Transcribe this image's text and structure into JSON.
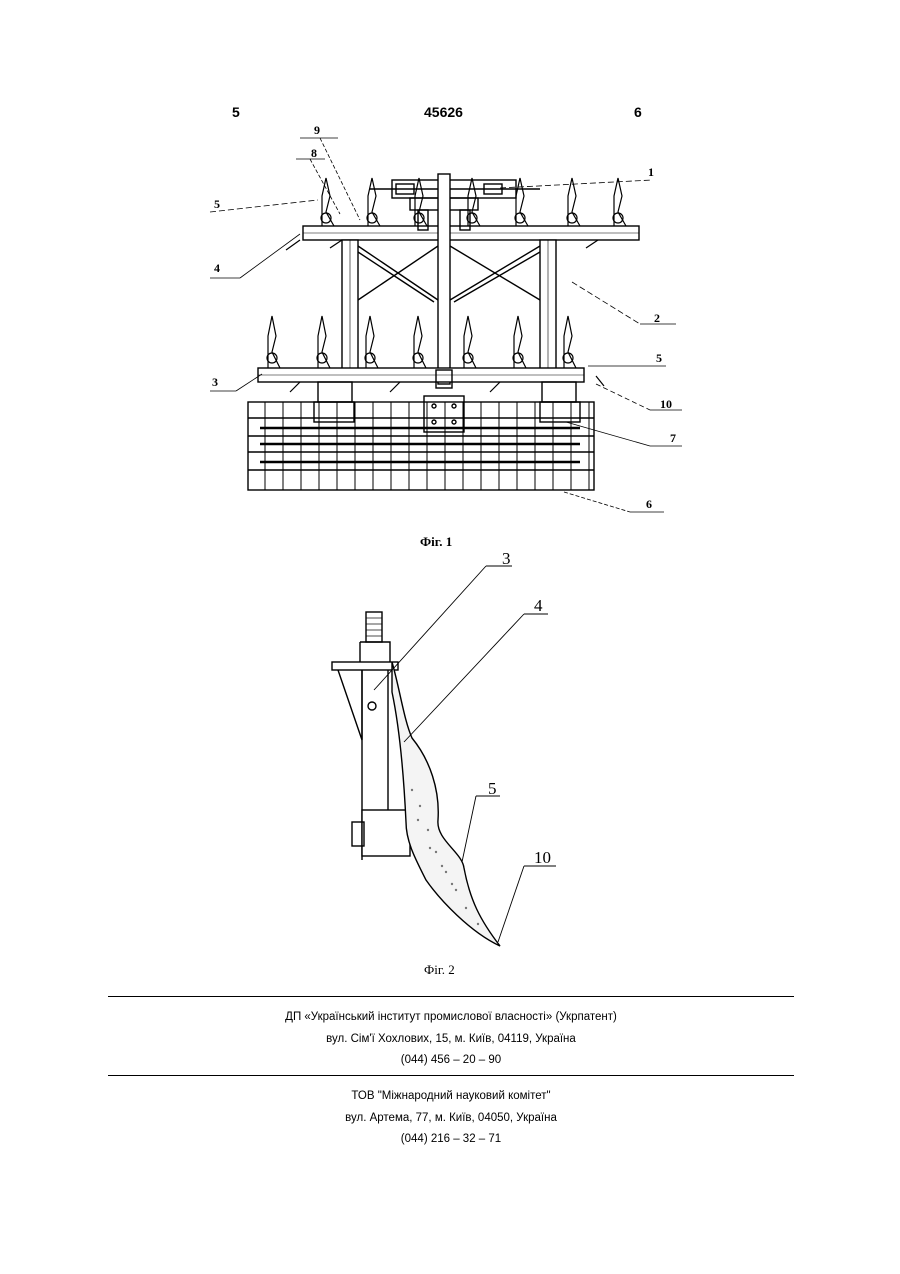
{
  "header": {
    "col_left": "5",
    "patent_number": "45626",
    "col_right": "6"
  },
  "fig1": {
    "caption": "Фіг. 1",
    "labels": [
      "9",
      "8",
      "5",
      "4",
      "1",
      "2",
      "5",
      "3",
      "10",
      "7",
      "6"
    ]
  },
  "fig2": {
    "caption": "Фіг. 2",
    "labels": [
      "3",
      "4",
      "5",
      "10"
    ]
  },
  "footer": {
    "org1": {
      "name": "ДП «Український інститут промислової власності» (Укрпатент)",
      "address": "вул. Сім'ї Хохлових, 15, м. Київ, 04119, Україна",
      "phone": "(044) 456 – 20 – 90"
    },
    "org2": {
      "name": "ТОВ \"Міжнародний науковий комітет\"",
      "address": "вул. Артема, 77, м. Київ, 04050, Україна",
      "phone": "(044) 216 – 32 – 71"
    }
  }
}
